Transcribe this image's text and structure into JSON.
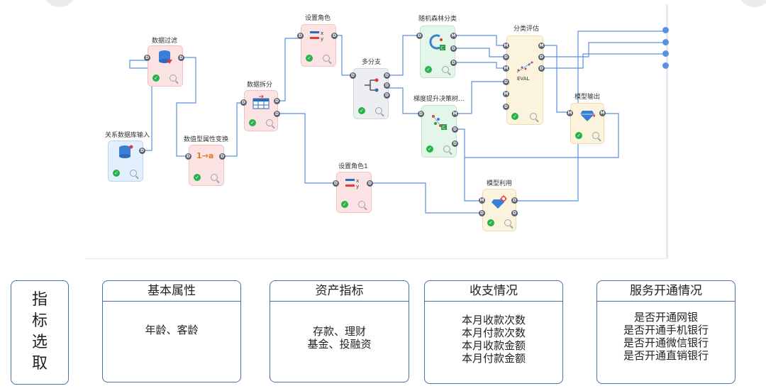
{
  "workflow": {
    "nodes": {
      "data_filter": "数据过滤",
      "relational_db_input": "关系数据库输入",
      "numeric_attr_transform": "数值型属性变换",
      "data_split": "数据拆分",
      "set_role": "设置角色",
      "multi_branch": "多分支",
      "random_forest": "随机森林分类",
      "gradient_boost": "梯度提升决策树...",
      "classification_eval": "分类评估",
      "model_output": "模型输出",
      "set_role_1": "设置角色1",
      "model_apply": "模型利用"
    },
    "eval_icon_text": "EVAL",
    "numeric_icon_text": "1→a"
  },
  "indicator_panel": {
    "title_chars": [
      "指",
      "标",
      "选",
      "取"
    ],
    "categories": [
      {
        "title": "基本属性",
        "items": [
          "年龄、客龄"
        ]
      },
      {
        "title": "资产指标",
        "items": [
          "存款、理财",
          "基金、投融资"
        ]
      },
      {
        "title": "收支情况",
        "items": [
          "本月收款次数",
          "本月付款次数",
          "本月收款金额",
          "本月付款金额"
        ]
      },
      {
        "title": "服务开通情况",
        "items": [
          "是否开通网银",
          "是否开通手机银行",
          "是否开通微信银行",
          "是否开通直销银行"
        ]
      }
    ]
  }
}
